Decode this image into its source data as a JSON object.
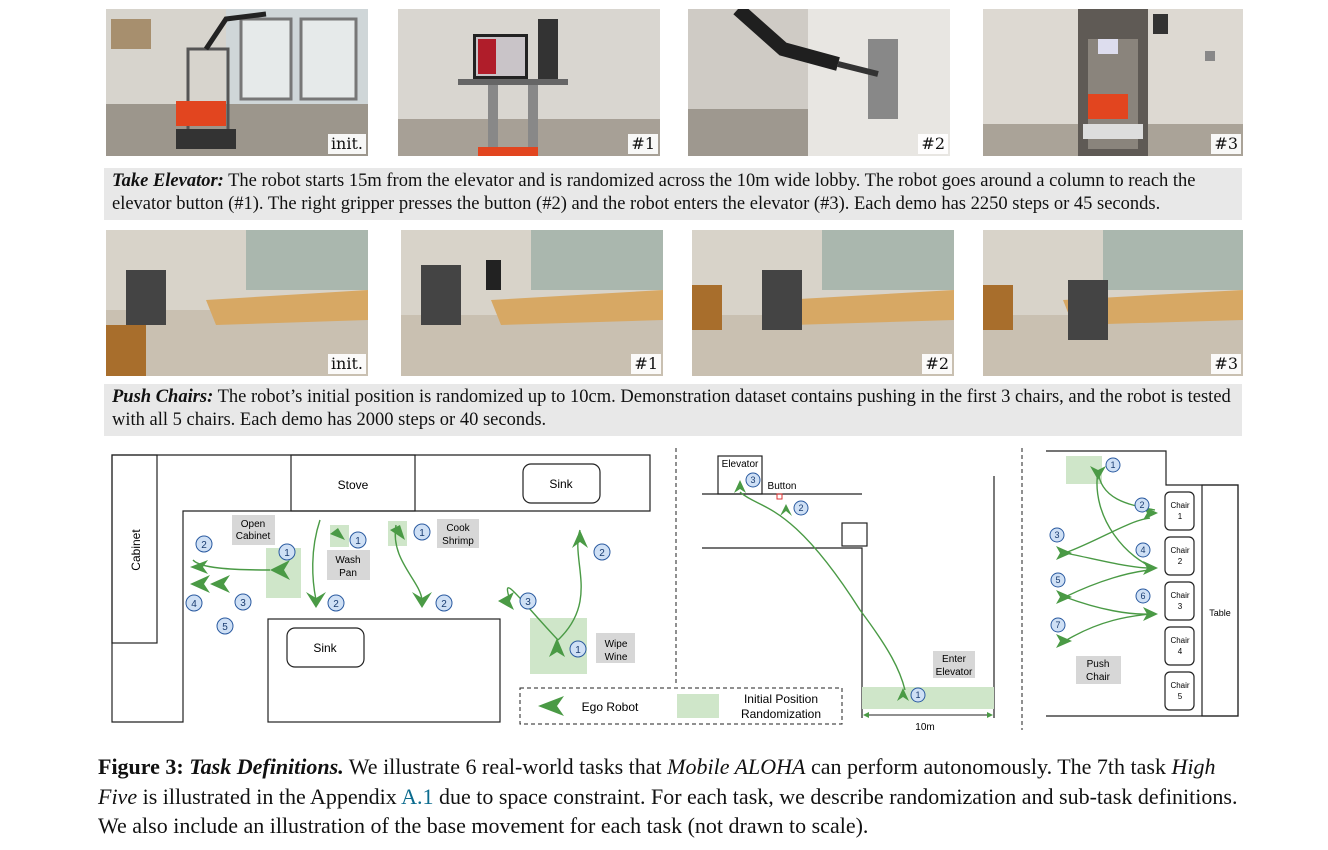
{
  "row1": {
    "tags": [
      "init.",
      "#1",
      "#2",
      "#3"
    ],
    "caption_title": "Take Elevator:",
    "caption_body": " The robot starts 15m from the elevator and is randomized across the 10m wide lobby. The robot goes around a column to reach the elevator button (#1). The right gripper presses the button (#2) and the robot enters the elevator (#3). Each demo has 2250 steps or 45 seconds."
  },
  "row2": {
    "tags": [
      "init.",
      "#1",
      "#2",
      "#3"
    ],
    "caption_title": "Push Chairs:",
    "caption_body": " The robot’s initial position is randomized up to 10cm. Demonstration dataset contains pushing in the first 3 chairs, and the robot is tested with all 5 chairs. Each demo has 2000 steps or 40 seconds."
  },
  "kitchen": {
    "cabinet": "Cabinet",
    "stove": "Stove",
    "sink_top": "Sink",
    "sink_bottom": "Sink",
    "open_cabinet": [
      "Open",
      "Cabinet"
    ],
    "wash_pan": [
      "Wash",
      "Pan"
    ],
    "cook_shrimp": [
      "Cook",
      "Shrimp"
    ],
    "wipe_wine": [
      "Wipe",
      "Wine"
    ],
    "step_numbers": [
      "1",
      "2",
      "3",
      "4",
      "5"
    ]
  },
  "legend": {
    "ego_robot": "Ego Robot",
    "randomization": [
      "Initial Position",
      "Randomization"
    ]
  },
  "elevator": {
    "elevator": "Elevator",
    "button": "Button",
    "enter_elevator": [
      "Enter",
      "Elevator"
    ],
    "distance": "10m",
    "steps": [
      "1",
      "2",
      "3"
    ]
  },
  "chairs": {
    "chair_word": "Chair",
    "chair_numbers": [
      "1",
      "2",
      "3",
      "4",
      "5"
    ],
    "table": "Table",
    "push_chair": [
      "Push",
      "Chair"
    ],
    "steps": [
      "1",
      "2",
      "3",
      "4",
      "5",
      "6",
      "7"
    ]
  },
  "figure_caption": {
    "label": "Figure 3:",
    "title": "Task Definitions.",
    "t1": " We illustrate 6 real-world tasks that ",
    "mobile_aloha": "Mobile ALOHA",
    "t2": " can perform autonomously. The 7th task ",
    "high_five": "High Five",
    "t3": " is illustrated in the Appendix ",
    "appendix_link": "A.1",
    "t4": " due to space constraint. For each task, we describe randomization and sub-task definitions. We also include an illustration of the base movement for each task (not drawn to scale)."
  },
  "colors": {
    "green": "#4a9a45",
    "light_green": "#cfe6c9",
    "step_fill": "#cfe0f5",
    "caption_bg": "#e8e8e8",
    "link": "#0b6b8e"
  }
}
